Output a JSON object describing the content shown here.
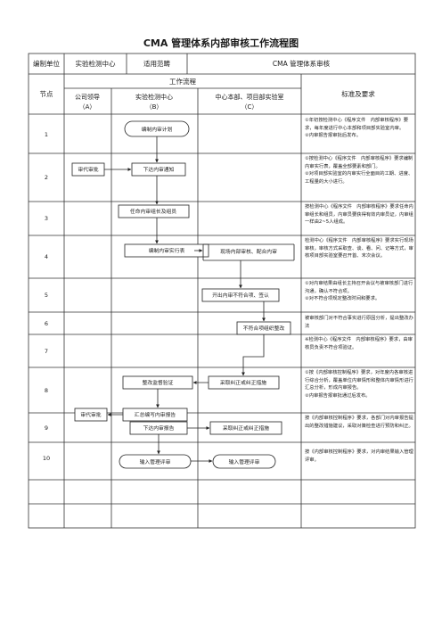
{
  "document": {
    "title": "CMA 管理体系内部审核工作流程图",
    "header": {
      "compile_unit_label": "编制单位",
      "compile_unit_value": "实验检测中心",
      "scope_label": "适用范畴",
      "scope_value": "CMA 管理体系审核",
      "workflow_label": "工作流程",
      "node_label": "节点",
      "requirements_label": "标准及要求",
      "lanes": [
        {
          "name": "公司领导",
          "code": "（A）"
        },
        {
          "name": "实验检测中心",
          "code": "（B）"
        },
        {
          "name": "中心本部、项目部实验室",
          "code": "（C）"
        }
      ]
    },
    "nodes": [
      "1",
      "2",
      "3",
      "4",
      "5",
      "6",
      "7",
      "8",
      "9",
      "10"
    ],
    "boxes": {
      "b1": "编制内审计划",
      "b2a": "审代审批",
      "b2b": "下达内审通知",
      "b3": "任命内审组长及组员",
      "b4a": "编制内审实行表",
      "b4b": "现场内部审核、配合内审",
      "b5": "开出内审不符合项、签认",
      "b6": "不符合项组织整改",
      "b7a": "整改监督验证",
      "b7b": "采取纠正或纠正措施",
      "b8a": "审代审批",
      "b8b": "汇总编写内审报告",
      "b9a": "下达内审报告",
      "b9b": "采取纠正或纠正措施",
      "b10a": "输入管理评审",
      "b10b": "输入管理评审"
    },
    "requirements": [
      [
        "①年初按检测中心《程序文件　内部审核程序》要求，每年度进行中心本部和项目部实验室内审。",
        "②内审报告报审批后发布。"
      ],
      [
        "①按检测中心《程序文件　内部审核程序》要求编制内审实行表，覆盖全部要素和部门。",
        "②对项目部实验室的内审实行全面目的工期、进度、工程量的大小进行。"
      ],
      [
        "按检测中心《程序文件　内部审核程序》要求任命内审组长和组员，内审员要获得有效内审员证，内审组一样由2~5人组成。"
      ],
      [
        "检测中心《程序文件　内部审核程序》要求实行现场审核，审核方式采取查、谈、看、问、记等方式，审核项目部实验室要召开首、末次会议。"
      ],
      [
        "①对内审结果由组长主持召开会议与被审核部门进行沟通，确认不符合项。",
        "②对不符合项规定整改时间和要求。"
      ],
      [
        "被审核部门对不符合事实进行原因分析，提出整改办法"
      ],
      [
        "※检测中心《程序文件　内部审核程序》要求，由审核员负责不符合项验证。"
      ],
      [
        "①按《内部审核控制程序》要求，对年度内各审核进行综合分析，覆盖单位内审情形和整体内审情形进行汇总分析，形成内审报告。",
        "②内审报告报审批通过后发布。"
      ],
      [
        "按《内部审核控制程序》要求，各部门对内审报告提出的整改措施建议，采取对策检查进行预防和纠正。"
      ],
      [
        "按《内部审核控制程序》要求，对内审结果输入管理评审。"
      ]
    ]
  }
}
